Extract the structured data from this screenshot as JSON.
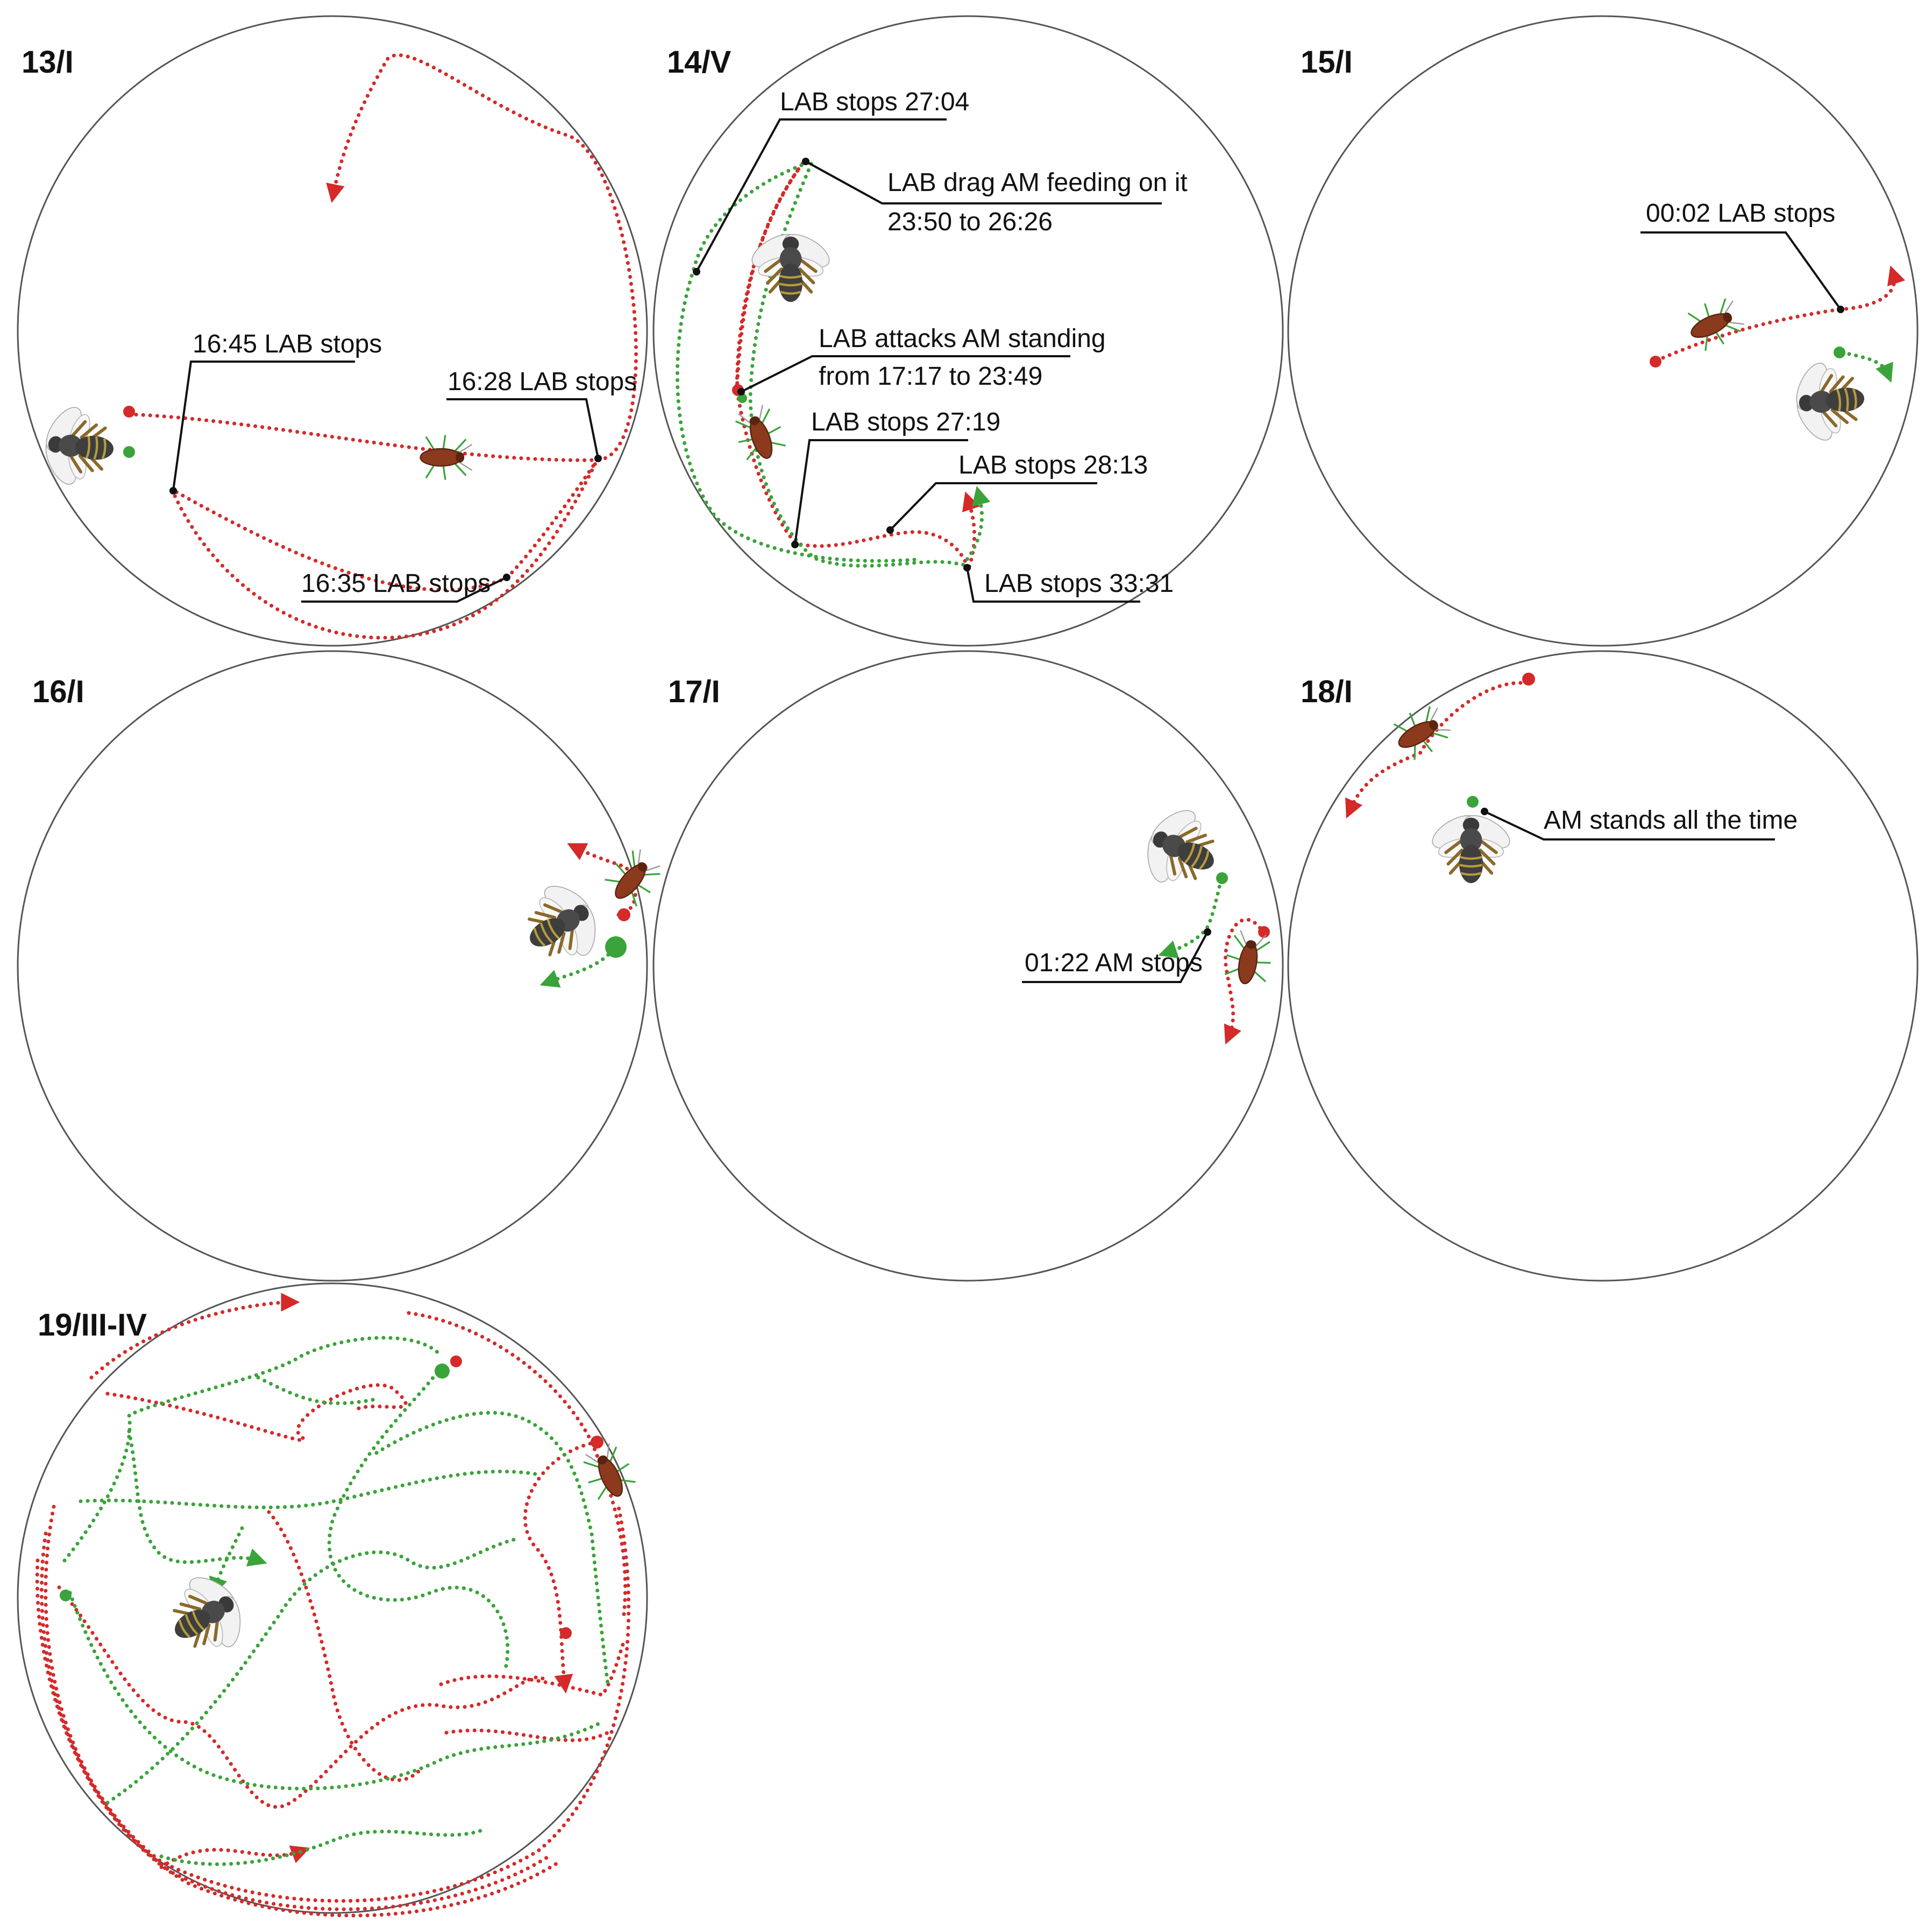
{
  "panels": [
    {
      "id": "p13",
      "label": "13/I"
    },
    {
      "id": "p14",
      "label": "14/V"
    },
    {
      "id": "p15",
      "label": "15/I"
    },
    {
      "id": "p16",
      "label": "16/I"
    },
    {
      "id": "p17",
      "label": "17/I"
    },
    {
      "id": "p18",
      "label": "18/I"
    },
    {
      "id": "p19",
      "label": "19/III-IV"
    }
  ],
  "notes": {
    "p13_a": "16:45 LAB stops",
    "p13_b": "16:28 LAB stops",
    "p13_c": "16:35 LAB stops",
    "p14_a": "LAB stops 27:04",
    "p14_b1": "LAB drag AM feeding on it",
    "p14_b2": "23:50 to 26:26",
    "p14_c1": "LAB attacks AM standing",
    "p14_c2": "from 17:17 to 23:49",
    "p14_d": "LAB stops 27:19",
    "p14_e": "LAB stops 28:13",
    "p14_f": "LAB stops 33:31",
    "p15_a": "00:02 LAB stops",
    "p17_a": "01:22 AM stops",
    "p18_a": "AM stands all the time"
  },
  "colors": {
    "lab_track": "#d42a2a",
    "am_track": "#3aa33a",
    "arena_outline": "#555555"
  },
  "icons": [
    "honeybee-icon",
    "beetle-icon"
  ]
}
